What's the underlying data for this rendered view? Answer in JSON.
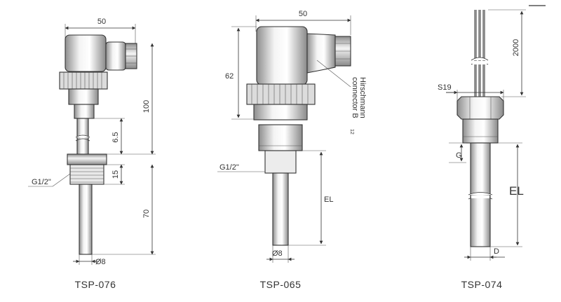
{
  "colors": {
    "body_light": "#f2f2f2",
    "body_dark": "#9a9a9a",
    "outline": "#333333",
    "page_bg": "#ffffff"
  },
  "tsp076": {
    "name": "TSP-076",
    "dim_width": "50",
    "dim_overall": "100",
    "dim_neck": "6.5",
    "dim_thread": "15",
    "dim_probe": "70",
    "thread_label": "G1/2\"",
    "probe_dia": "Ø8"
  },
  "tsp065": {
    "name": "TSP-065",
    "dim_width": "50",
    "dim_height": "62",
    "thread_label": "G1/2\"",
    "el_label": "EL",
    "probe_dia": "Ø8",
    "connector_line1": "Hirschmann",
    "connector_line2": "connector B",
    "connector_sub": "12"
  },
  "tsp074": {
    "name": "TSP-074",
    "dim_cable": "2000",
    "dim_hex": "S19",
    "thread_label": "G",
    "el_label": "EL",
    "dia_label": "D"
  }
}
